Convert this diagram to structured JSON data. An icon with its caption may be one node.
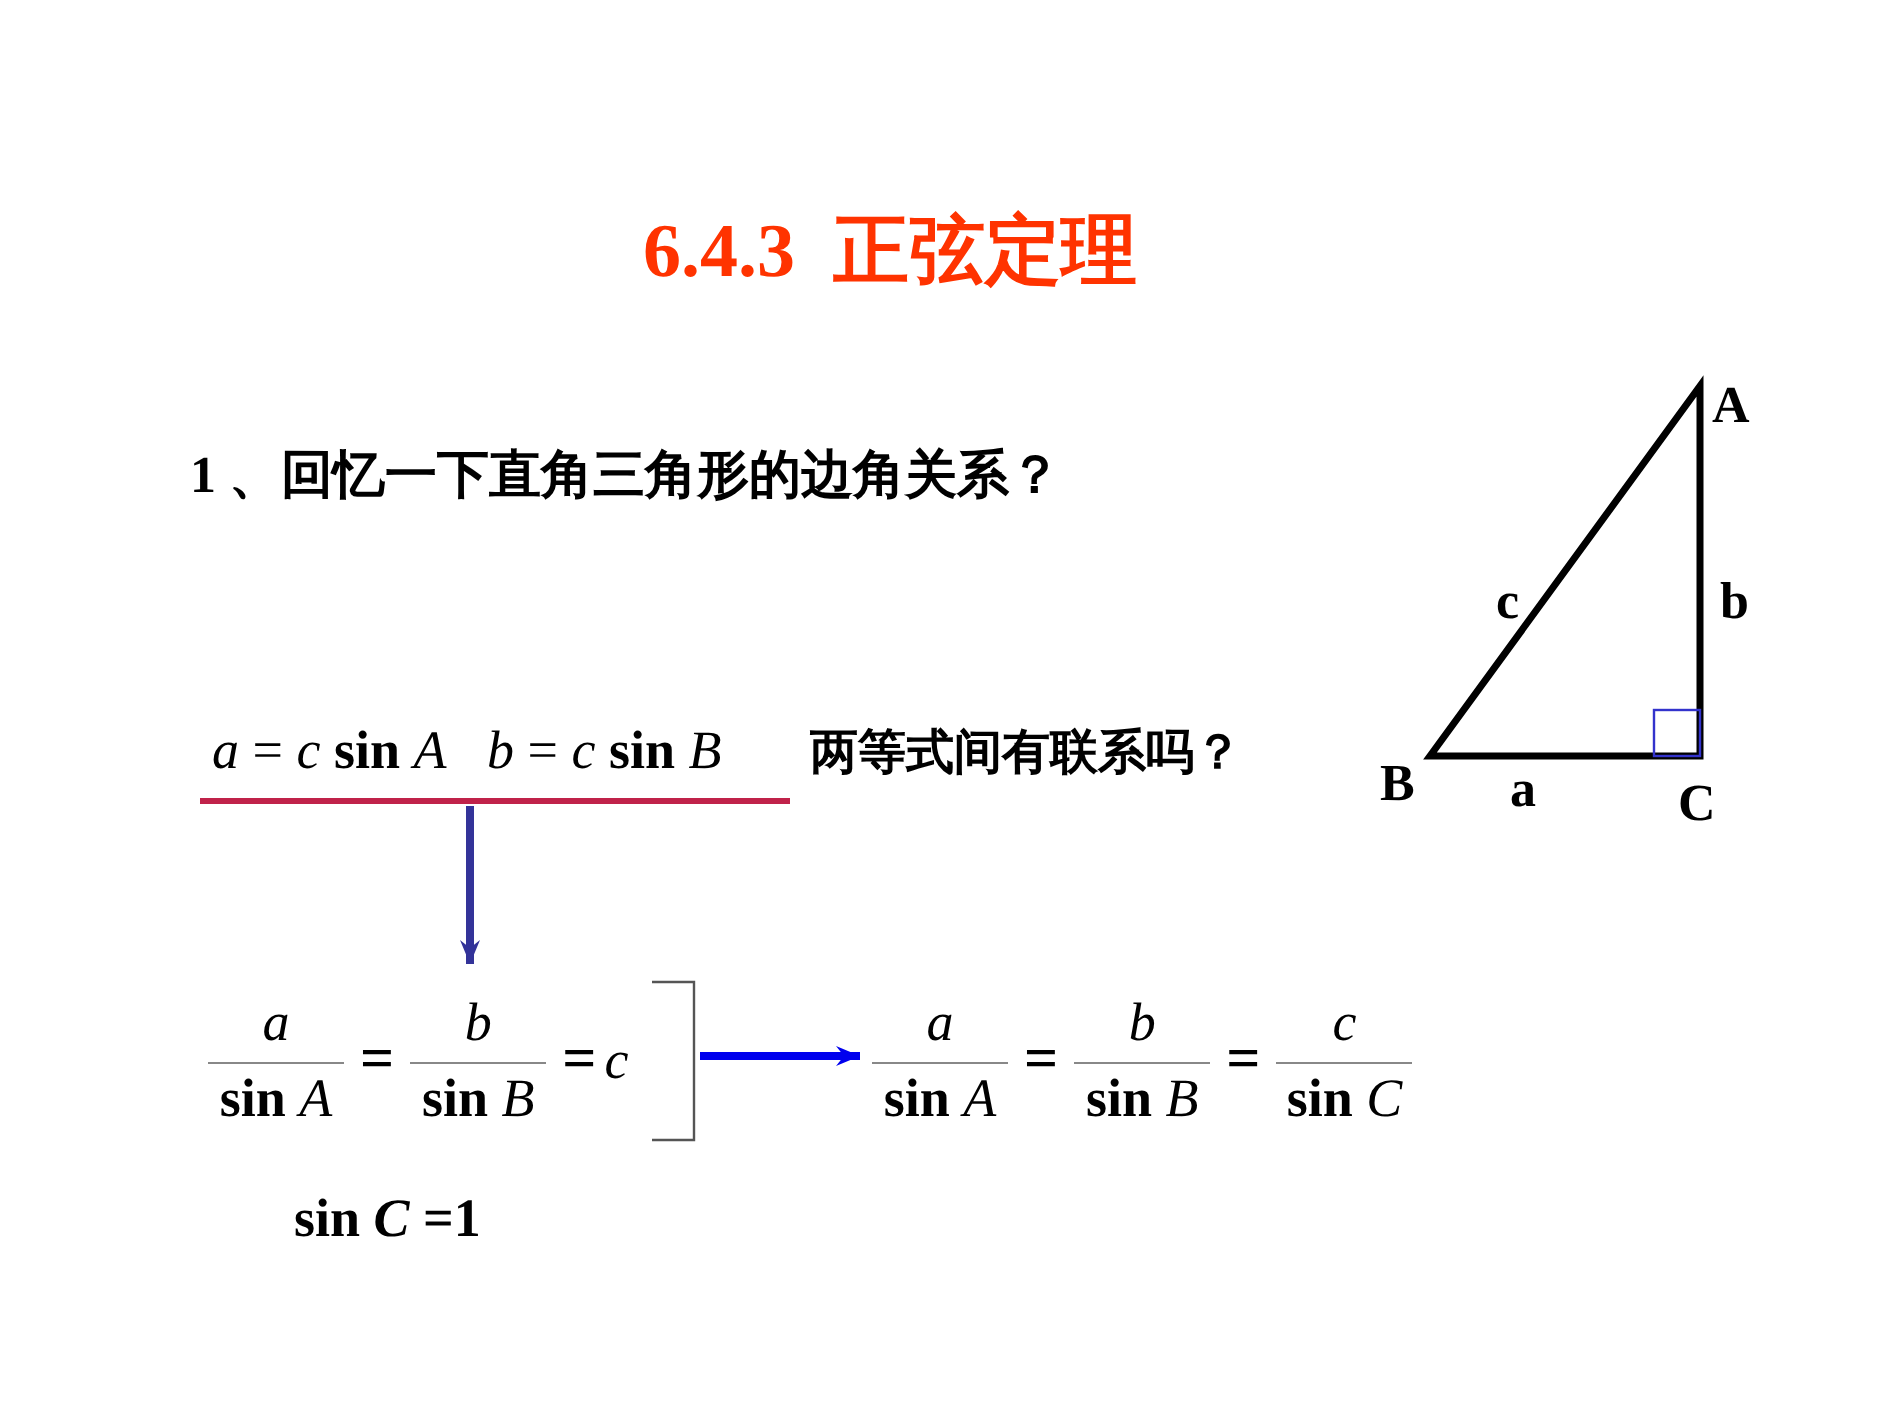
{
  "diagram": {
    "title": "6.4.3  正弦定理",
    "nodes": [
      {
        "text": [
          "*a* = *c* **sin** *A*   *b* = *c* **sin** *B*"
        ]
      },
      {
        "text": [
          "a",
          "**sin** *A*",
          "=",
          "b",
          "**sin** *B*",
          "=",
          "c"
        ]
      },
      {
        "text": [
          "a",
          "**sin** *A*",
          "=",
          "b",
          "**sin** *B*",
          "=",
          "c",
          "**sin** *C*"
        ]
      }
    ],
    "edges": [
      {
        "from": 0,
        "to": 1,
        "arrow": "to",
        "color": "#333399"
      },
      {
        "from": 1,
        "to": 2,
        "arrow": "to",
        "color": "#0000ee"
      }
    ],
    "labels": [
      "1 、回忆一下直角三角形的边角关系？",
      "两等式间有联系吗？",
      "**sin** *C* =1",
      "A",
      "c",
      "b",
      "B",
      "a",
      "C"
    ]
  }
}
